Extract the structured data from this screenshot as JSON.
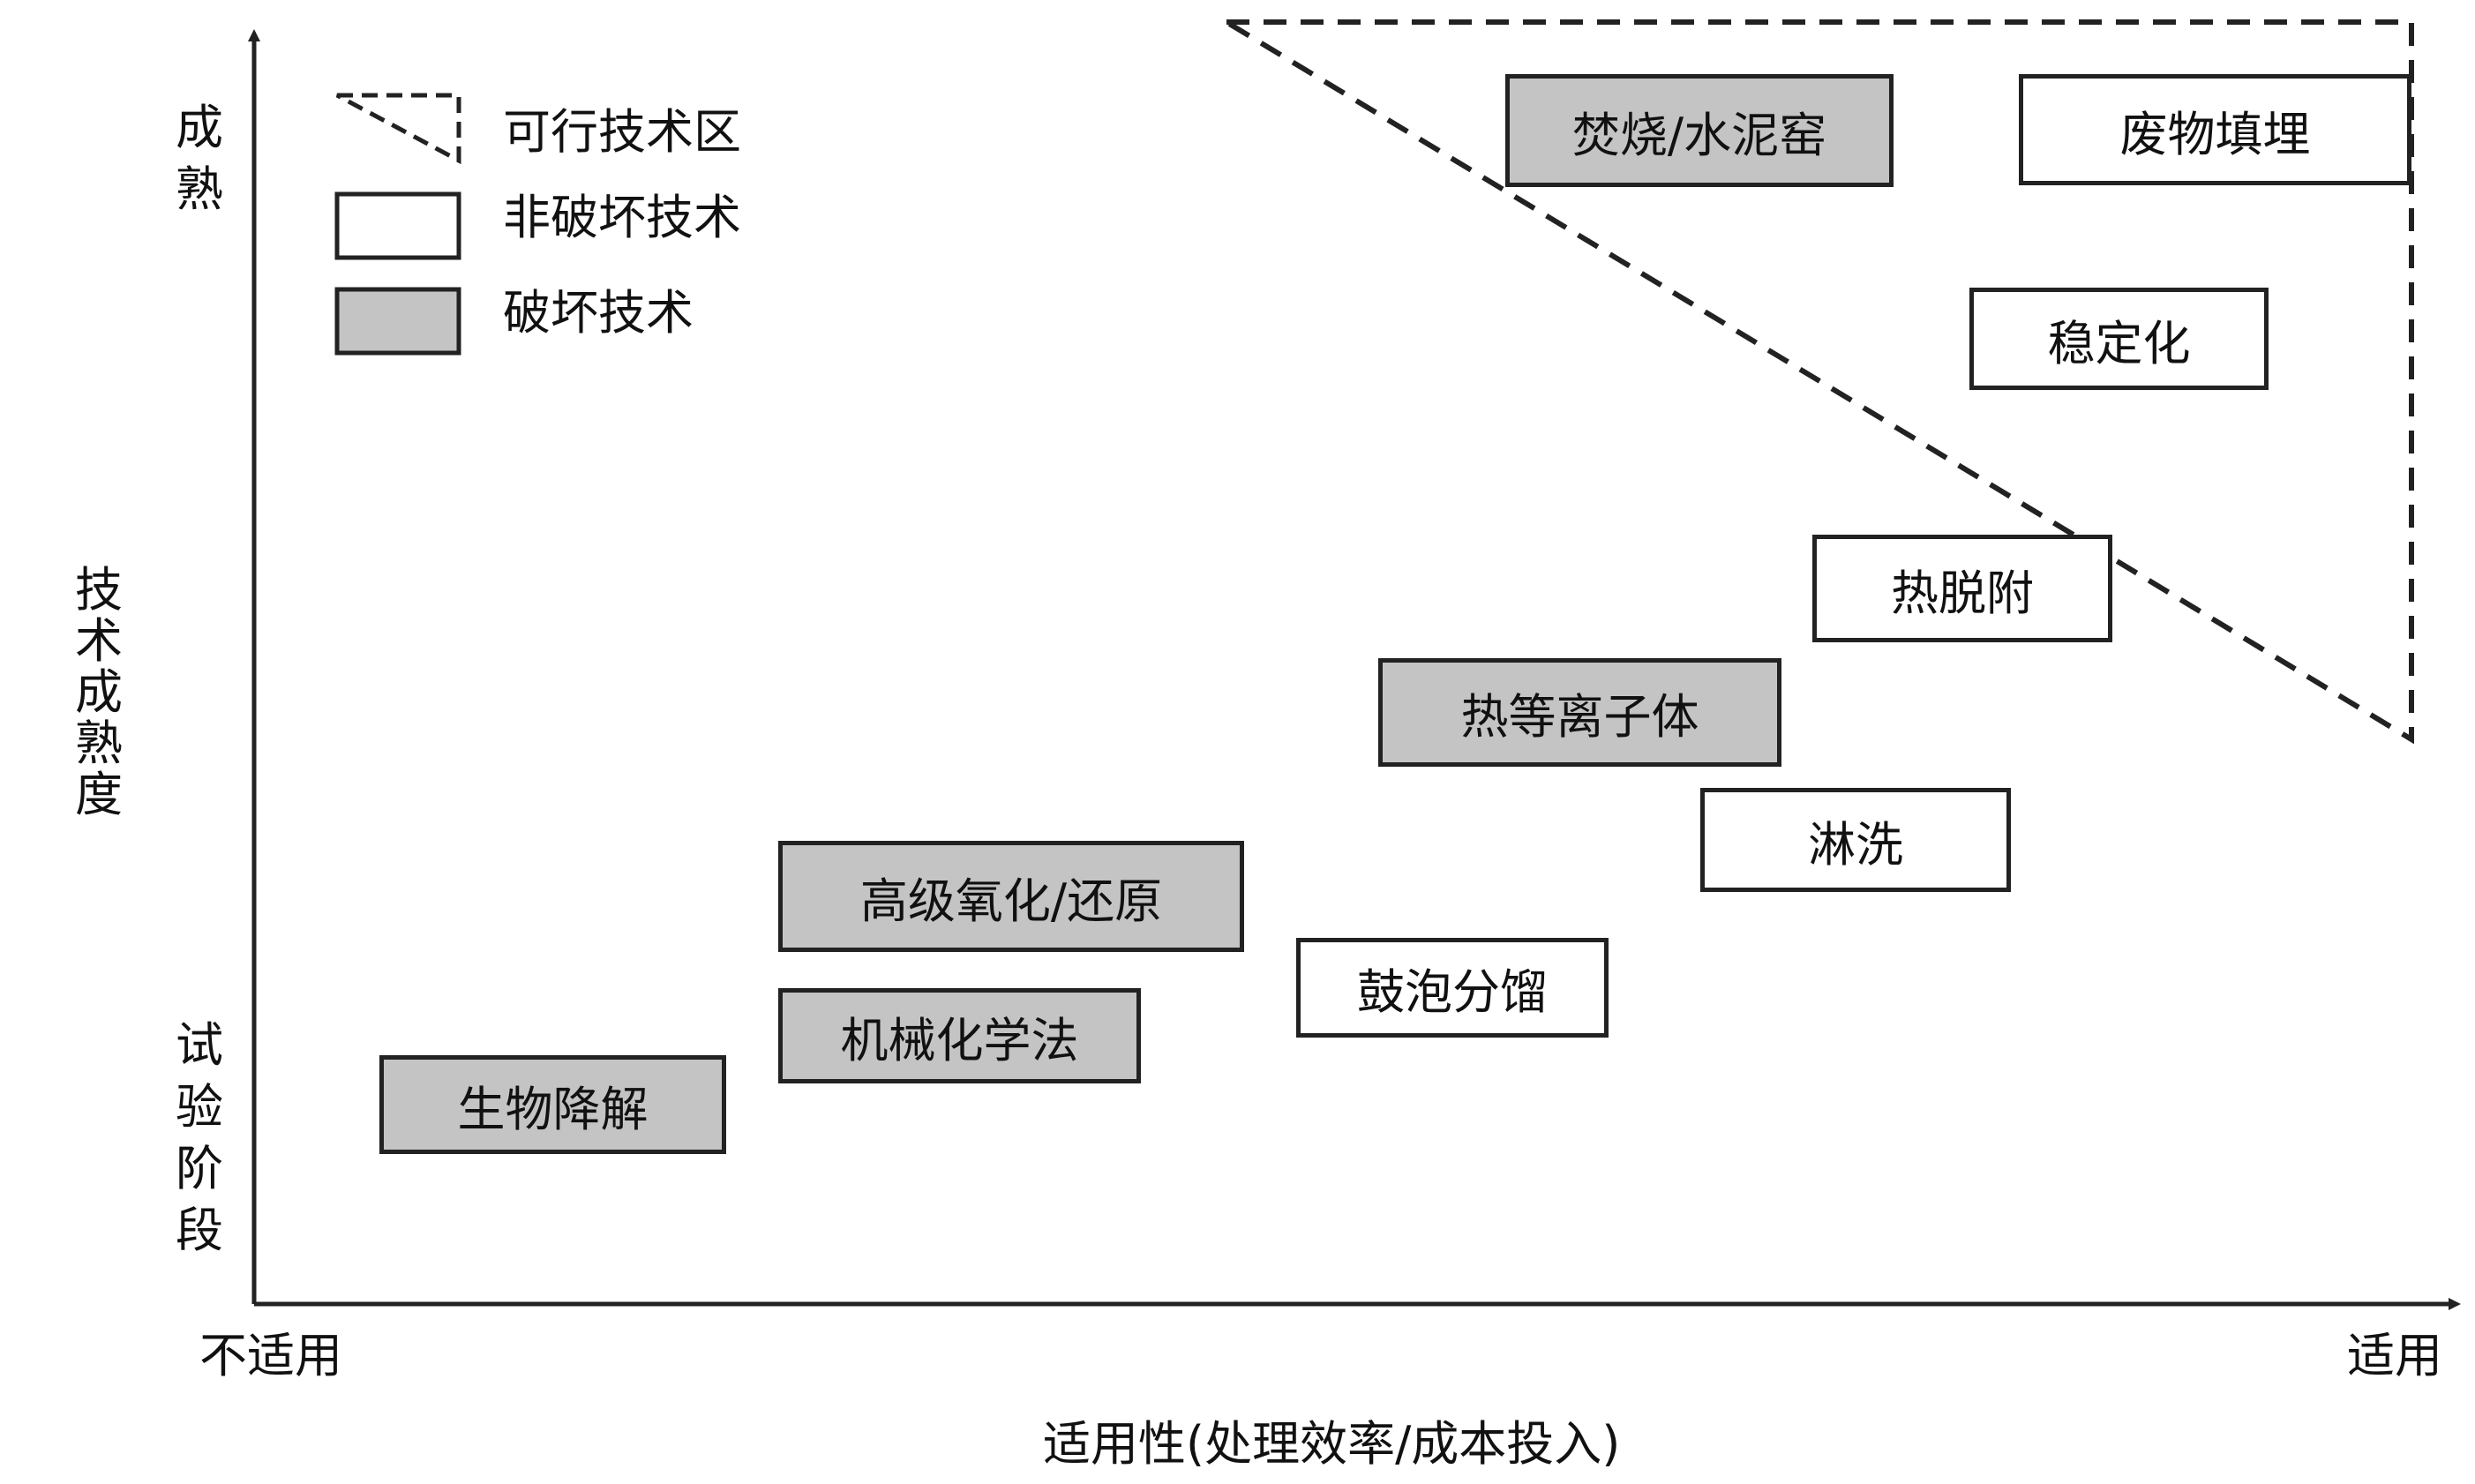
{
  "axes": {
    "y_title": "技术成熟度",
    "y_top": "成熟",
    "y_bottom": "试验阶段",
    "x_left": "不适用",
    "x_right": "适用",
    "x_title": "适用性(处理效率/成本投入)"
  },
  "legend": {
    "feasible": "可行技术区",
    "non_destructive": "非破坏技术",
    "destructive": "破坏技术"
  },
  "technologies": {
    "incineration": "焚烧/水泥窑",
    "landfill": "废物填埋",
    "stabilization": "稳定化",
    "thermal_desorption": "热脱附",
    "thermal_plasma": "热等离子体",
    "soil_washing": "淋洗",
    "advanced_redox": "高级氧化/还原",
    "bubble_fractionation": "鼓泡分馏",
    "mechanochemical": "机械化学法",
    "biodegradation": "生物降解"
  },
  "colors": {
    "destructive_fill": "#c4c4c4",
    "non_destructive_fill": "#ffffff",
    "line": "#222222"
  }
}
